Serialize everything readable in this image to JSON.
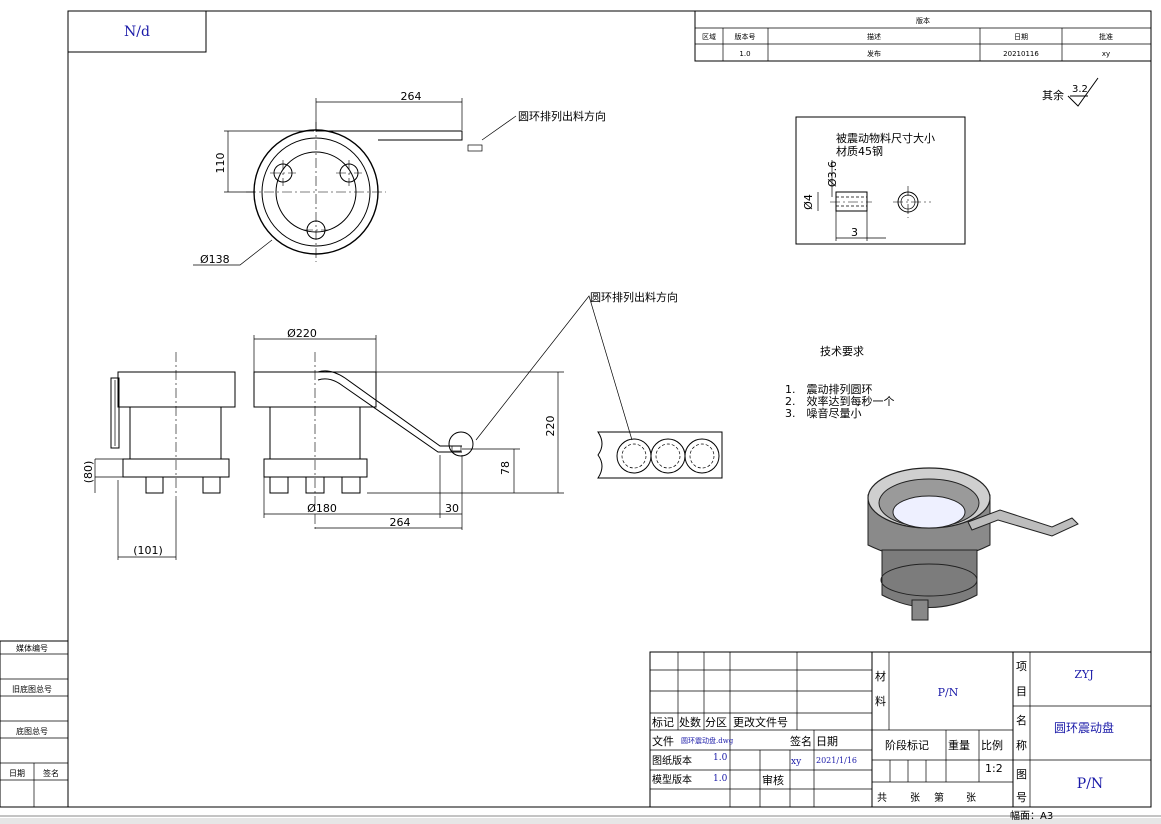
{
  "drawing_number": "N/d",
  "revision_table": {
    "title": "版本",
    "headers": [
      "区域",
      "版本号",
      "描述",
      "日期",
      "批准"
    ],
    "row": [
      "",
      "1.0",
      "发布",
      "20210116",
      "xy"
    ]
  },
  "surface_finish": {
    "label": "其余",
    "value": "3.2"
  },
  "top_view": {
    "dim_length": "264",
    "dim_height": "110",
    "dim_diameter": "Ø138",
    "callout": "圆环排列出料方向"
  },
  "material_box": {
    "title": "被震动物料尺寸大小",
    "material": "材质45钢",
    "dim_inner": "Ø3.6",
    "dim_outer": "Ø4",
    "dim_len": "3"
  },
  "front_view": {
    "dim_diameter_top": "Ø220",
    "dim_height": "220",
    "dim_78": "78",
    "dim_30": "30",
    "dim_base": "Ø180",
    "dim_264": "264",
    "callout": "圆环排列出料方向"
  },
  "side_view": {
    "dim_80": "(80)",
    "dim_101": "(101)"
  },
  "tech_requirements": {
    "title": "技术要求",
    "items": [
      "1.　震动排列圆环",
      "2.　效率达到每秒一个",
      "3.　噪音尽量小"
    ]
  },
  "title_block": {
    "mark_headers": [
      "标记",
      "处数",
      "分区",
      "更改文件号"
    ],
    "sign_label": "签名",
    "date_label": "日期",
    "file_label": "文件",
    "file_name": "圆环震动盘.dwg",
    "drawing_version_label": "图纸版本",
    "drawing_version": "1.0",
    "model_version_label": "模型版本",
    "model_version": "1.0",
    "designer": "xy",
    "design_date": "2021/1/16",
    "review_label": "审核",
    "material_label": "材料",
    "material_value": "P/N",
    "stage_label": "阶段标记",
    "weight_label": "重量",
    "scale_label": "比例",
    "scale_value": "1:2",
    "project_label": "项目",
    "project_value": "ZYJ",
    "name_label": "名称",
    "name_value": "圆环震动盘",
    "drawing_label": "图号",
    "drawing_value": "P/N",
    "sheets_row": [
      "共",
      "张",
      "第",
      "张"
    ],
    "sheet_size": "幅面：A3"
  },
  "left_strip": [
    "媒体编号",
    "旧底图总号",
    "底图总号",
    "日期",
    "签名"
  ]
}
